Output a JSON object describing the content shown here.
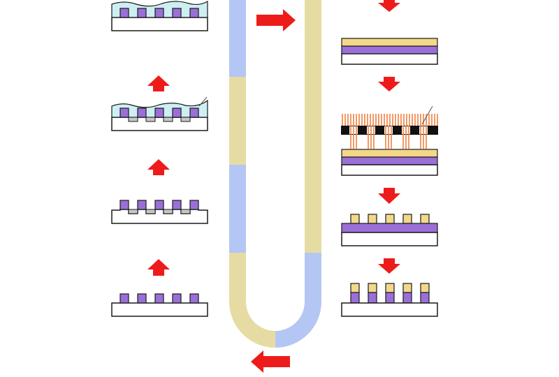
{
  "figure": {
    "description_visible_text": [],
    "colors": {
      "background": "#ffffff",
      "substrate": "#ffffff",
      "outline": "#1a1a1a",
      "purple": "#9b6fd8",
      "yellow": "#f3d889",
      "gray_fill": "#c8c8c8",
      "cyan": "#cdeff2",
      "arrow_red": "#ee1b1b",
      "tube_blue": "#b4c6f4",
      "tube_tan": "#e6dca3",
      "mask_black": "#111111",
      "light_orange": "#f08040"
    },
    "icons": {
      "arrow": "red-block-arrow",
      "light": "exposure-light-rays",
      "mask": "photomask"
    }
  }
}
